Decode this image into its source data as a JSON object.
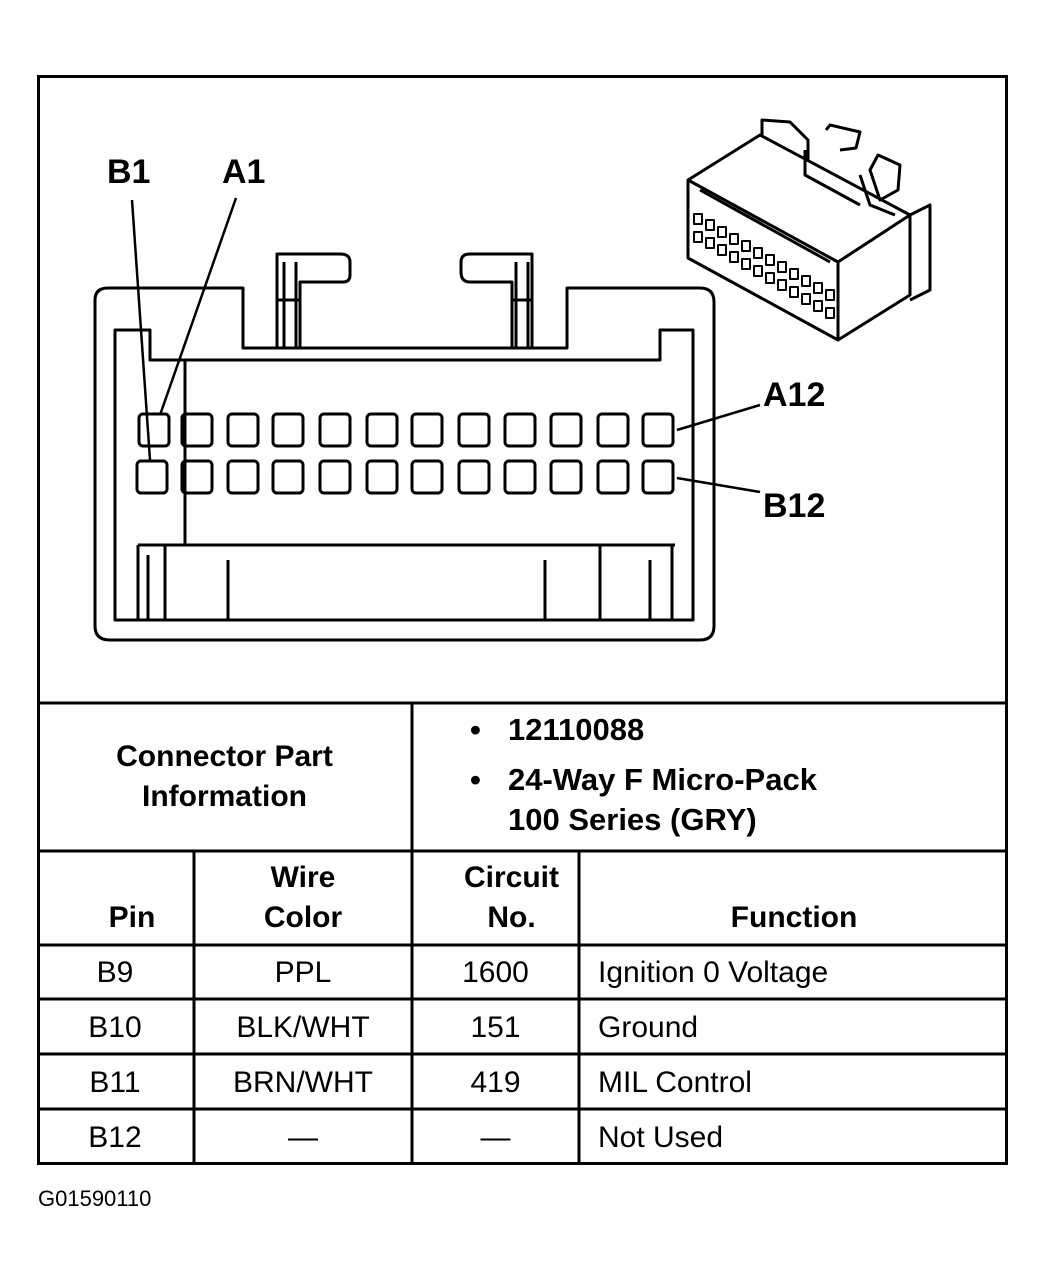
{
  "diagram": {
    "callouts": {
      "b1": "B1",
      "a1": "A1",
      "a12": "A12",
      "b12": "B12"
    }
  },
  "connector_info": {
    "label_line1": "Connector Part",
    "label_line2": "Information",
    "bullet": "•",
    "part_number": "12110088",
    "description_line1": "24-Way F Micro-Pack",
    "description_line2": "100 Series (GRY)"
  },
  "table": {
    "headers": {
      "pin": "Pin",
      "wire_color_line1": "Wire",
      "wire_color_line2": "Color",
      "circuit_line1": "Circuit",
      "circuit_line2": "No.",
      "function": "Function"
    },
    "rows": [
      {
        "pin": "B9",
        "wire_color": "PPL",
        "circuit": "1600",
        "function": "Ignition 0 Voltage"
      },
      {
        "pin": "B10",
        "wire_color": "BLK/WHT",
        "circuit": "151",
        "function": "Ground"
      },
      {
        "pin": "B11",
        "wire_color": "BRN/WHT",
        "circuit": "419",
        "function": "MIL Control"
      },
      {
        "pin": "B12",
        "wire_color": "—",
        "circuit": "—",
        "function": "Not Used"
      }
    ]
  },
  "figure_id": "G01590110"
}
